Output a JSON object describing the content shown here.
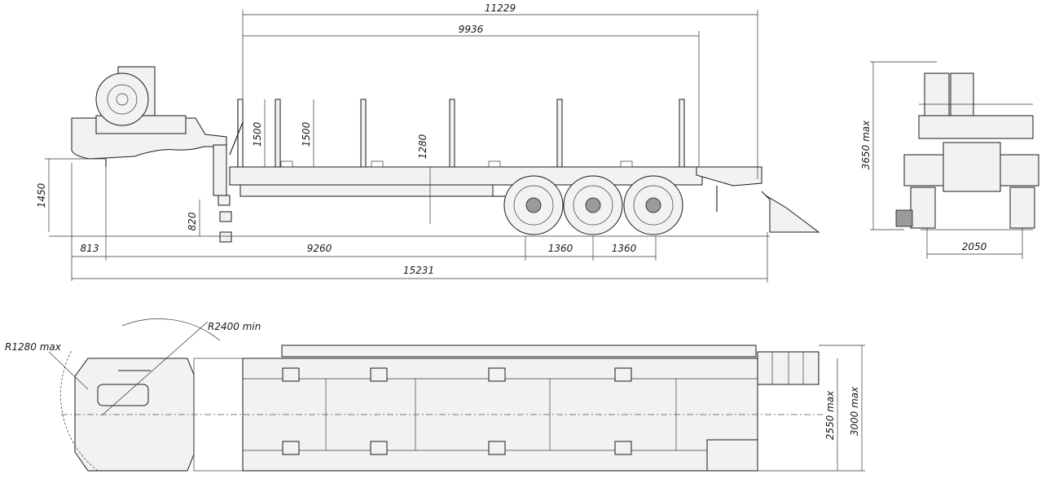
{
  "side_view": {
    "overall_length": "15231",
    "deck_length": "11229",
    "platform_length": "9936",
    "kingpin_offset": "813",
    "kingpin_to_axle": "9260",
    "axle_spacing_1": "1360",
    "axle_spacing_2": "1360",
    "stake_height_1": "1500",
    "stake_height_2": "1500",
    "deck_height": "1280",
    "neck_height": "1450",
    "support_height": "820"
  },
  "rear_view": {
    "total_height": "3650 max",
    "track_width": "2050"
  },
  "top_view": {
    "turn_radius_inner": "R1280 max",
    "turn_radius_outer": "R2400 min",
    "platform_width": "2550 max",
    "total_width": "3000 max"
  }
}
